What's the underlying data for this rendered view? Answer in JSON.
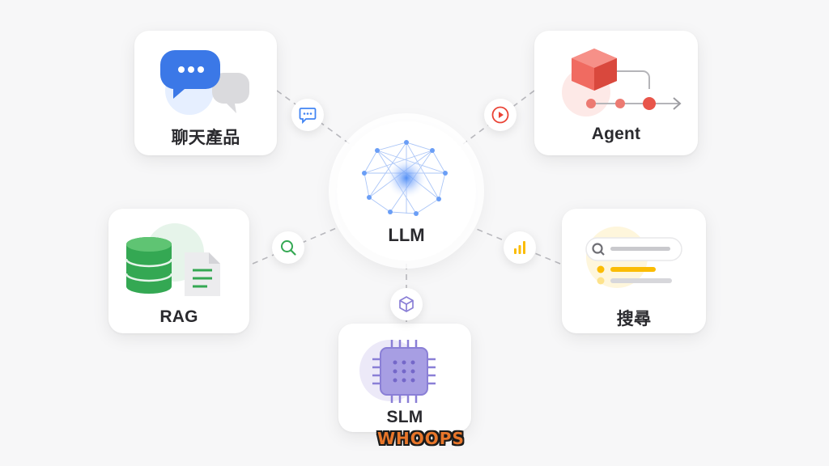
{
  "center": {
    "label": "LLM"
  },
  "nodes": [
    {
      "id": "chat",
      "label": "聊天產品",
      "icon": "chat-bubble-icon",
      "badge_icon": "message-icon"
    },
    {
      "id": "agent",
      "label": "Agent",
      "icon": "cube-workflow-icon",
      "badge_icon": "play-icon"
    },
    {
      "id": "rag",
      "label": "RAG",
      "icon": "database-document-icon",
      "badge_icon": "search-icon"
    },
    {
      "id": "search",
      "label": "搜尋",
      "icon": "search-results-icon",
      "badge_icon": "bar-chart-icon"
    },
    {
      "id": "slm",
      "label": "SLM",
      "icon": "chip-icon",
      "badge_icon": "box-icon"
    }
  ],
  "sticker": {
    "text": "WHOOPS"
  },
  "colors": {
    "blue": "#4285f4",
    "red": "#ea4335",
    "green": "#34a853",
    "yellow": "#fbbc04",
    "purple": "#8a7fd6"
  }
}
